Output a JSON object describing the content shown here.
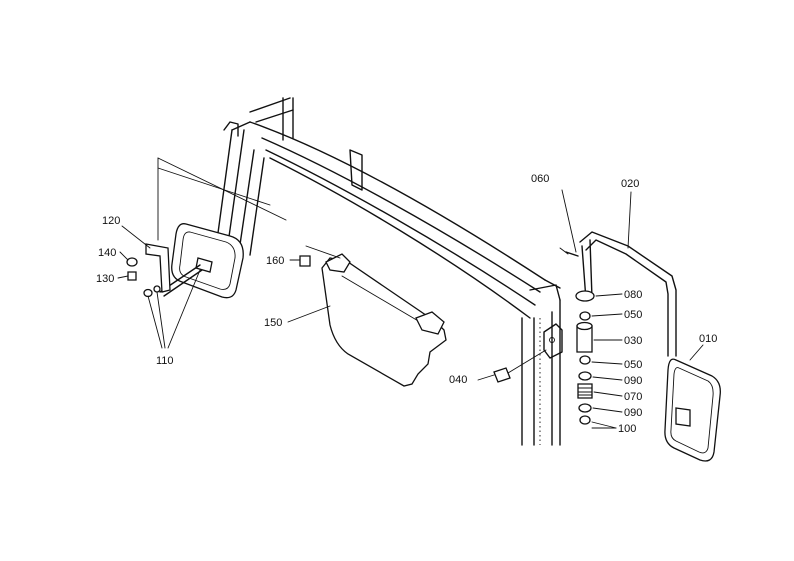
{
  "callouts": [
    {
      "id": "010",
      "text": "010"
    },
    {
      "id": "020",
      "text": "020"
    },
    {
      "id": "030",
      "text": "030"
    },
    {
      "id": "040",
      "text": "040"
    },
    {
      "id": "050a",
      "text": "050"
    },
    {
      "id": "050b",
      "text": "050"
    },
    {
      "id": "060",
      "text": "060"
    },
    {
      "id": "070",
      "text": "070"
    },
    {
      "id": "080",
      "text": "080"
    },
    {
      "id": "090a",
      "text": "090"
    },
    {
      "id": "090b",
      "text": "090"
    },
    {
      "id": "100",
      "text": "100"
    },
    {
      "id": "110",
      "text": "110"
    },
    {
      "id": "120",
      "text": "120"
    },
    {
      "id": "130",
      "text": "130"
    },
    {
      "id": "140",
      "text": "140"
    },
    {
      "id": "150",
      "text": "150"
    },
    {
      "id": "160",
      "text": "160"
    }
  ]
}
